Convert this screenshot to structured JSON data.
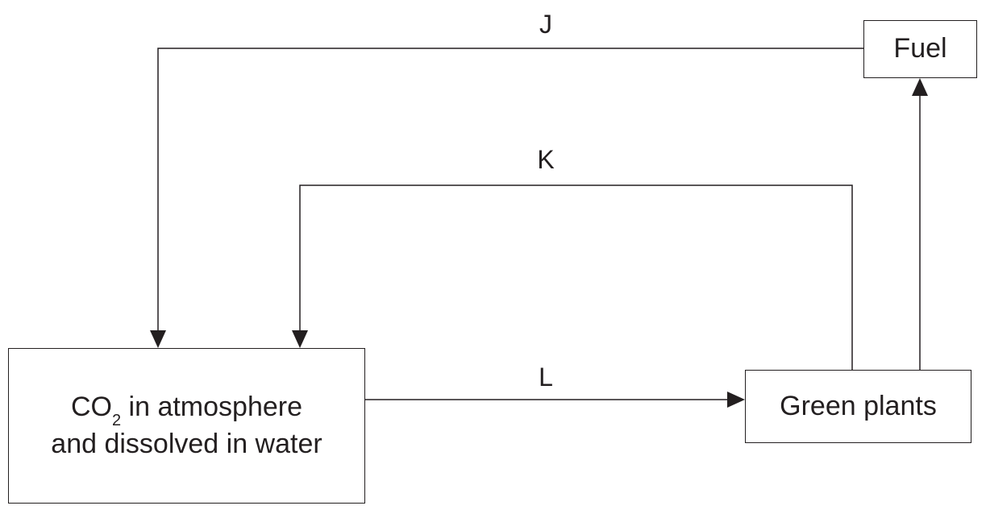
{
  "boxes": {
    "co2": {
      "line1_prefix": "CO",
      "line1_sub": "2",
      "line1_suffix": " in atmosphere",
      "line2": "and dissolved in water"
    },
    "fuel": {
      "label": "Fuel"
    },
    "plants": {
      "label": "Green plants"
    }
  },
  "arrows": {
    "j": {
      "label": "J",
      "from": "Fuel",
      "to": "CO2 in atmosphere and dissolved in water"
    },
    "k": {
      "label": "K",
      "from": "Green plants",
      "to": "CO2 in atmosphere and dissolved in water"
    },
    "l": {
      "label": "L",
      "from": "CO2 in atmosphere and dissolved in water",
      "to": "Green plants"
    },
    "plants_to_fuel": {
      "from": "Green plants",
      "to": "Fuel"
    }
  },
  "colors": {
    "ink": "#231f20",
    "background": "#ffffff"
  }
}
